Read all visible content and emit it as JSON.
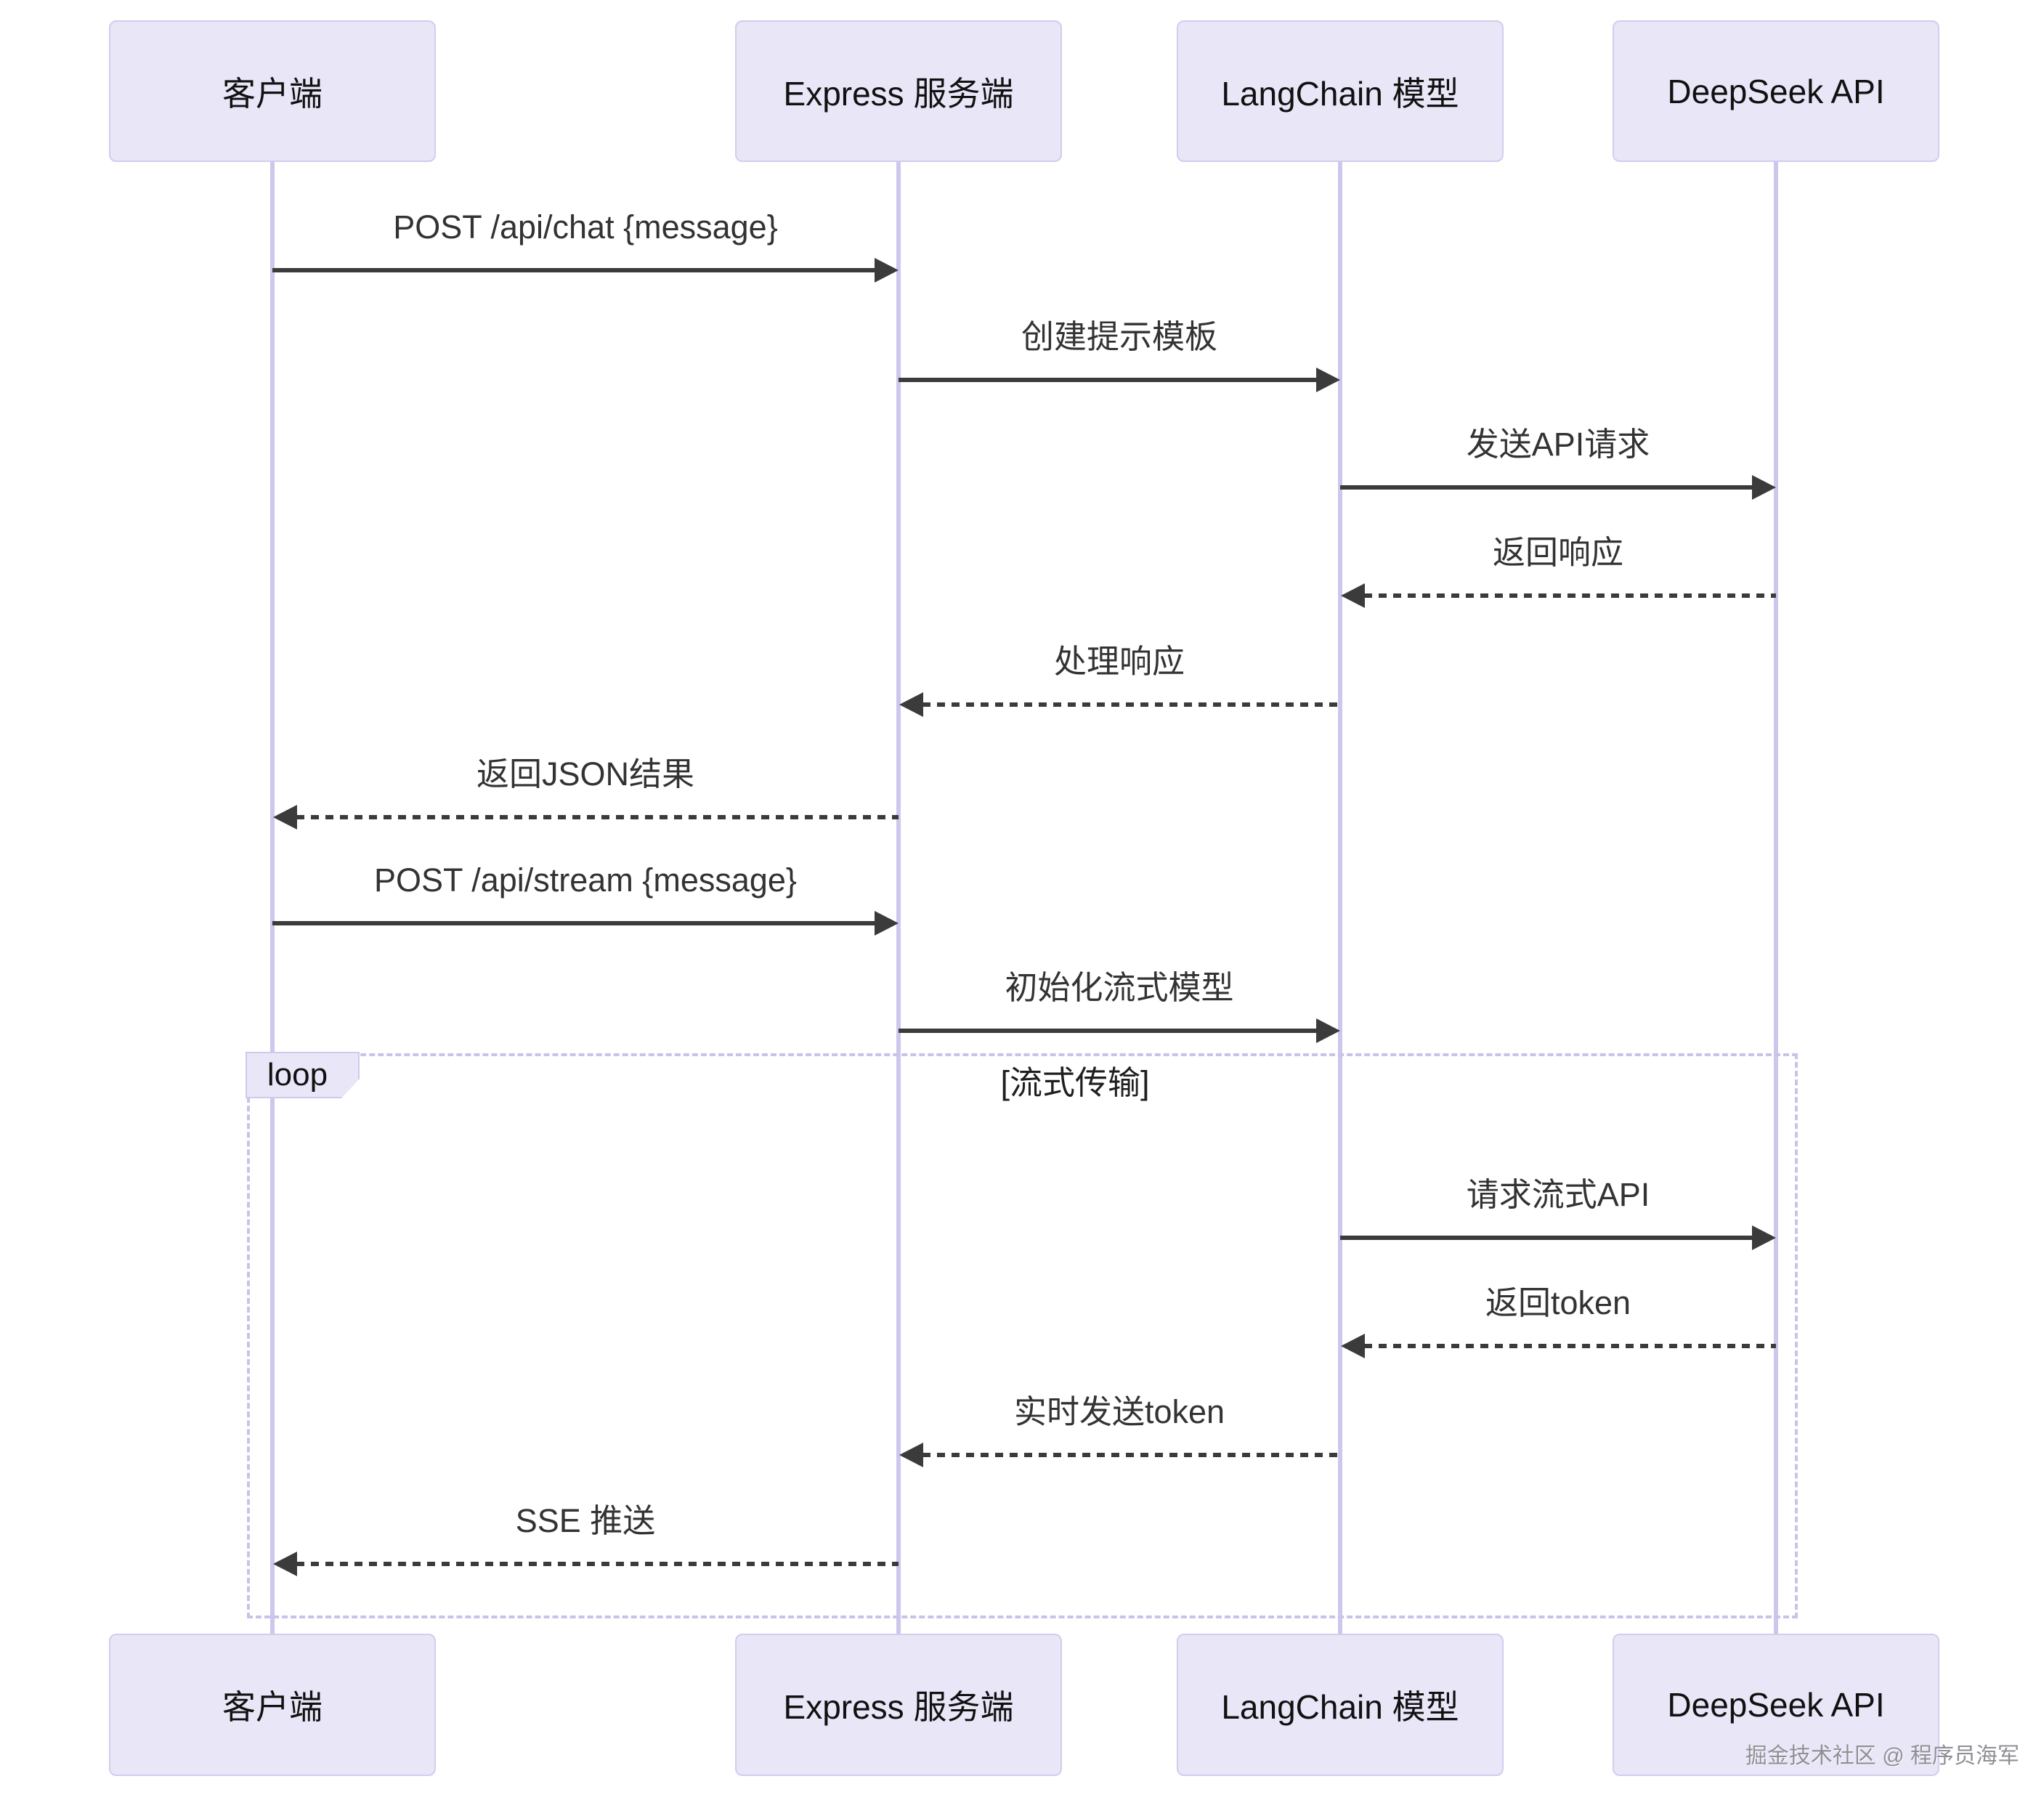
{
  "diagram": {
    "type": "sequence-diagram",
    "actors": [
      {
        "id": "client",
        "name": "客户端"
      },
      {
        "id": "express",
        "name": "Express 服务端"
      },
      {
        "id": "langchain",
        "name": "LangChain 模型"
      },
      {
        "id": "deepseek",
        "name": "DeepSeek API"
      }
    ],
    "messages": [
      {
        "text": "POST /api/chat {message}",
        "from": "客户端",
        "to": "Express 服务端",
        "line": "solid",
        "direction": "right",
        "in_loop": false
      },
      {
        "text": "创建提示模板",
        "from": "Express 服务端",
        "to": "LangChain 模型",
        "line": "solid",
        "direction": "right",
        "in_loop": false
      },
      {
        "text": "发送API请求",
        "from": "LangChain 模型",
        "to": "DeepSeek API",
        "line": "solid",
        "direction": "right",
        "in_loop": false
      },
      {
        "text": "返回响应",
        "from": "DeepSeek API",
        "to": "LangChain 模型",
        "line": "dashed",
        "direction": "left",
        "in_loop": false
      },
      {
        "text": "处理响应",
        "from": "LangChain 模型",
        "to": "Express 服务端",
        "line": "dashed",
        "direction": "left",
        "in_loop": false
      },
      {
        "text": "返回JSON结果",
        "from": "Express 服务端",
        "to": "客户端",
        "line": "dashed",
        "direction": "left",
        "in_loop": false
      },
      {
        "text": "POST /api/stream {message}",
        "from": "客户端",
        "to": "Express 服务端",
        "line": "solid",
        "direction": "right",
        "in_loop": false
      },
      {
        "text": "初始化流式模型",
        "from": "Express 服务端",
        "to": "LangChain 模型",
        "line": "solid",
        "direction": "right",
        "in_loop": false
      },
      {
        "text": "请求流式API",
        "from": "LangChain 模型",
        "to": "DeepSeek API",
        "line": "solid",
        "direction": "right",
        "in_loop": true
      },
      {
        "text": "返回token",
        "from": "DeepSeek API",
        "to": "LangChain 模型",
        "line": "dashed",
        "direction": "left",
        "in_loop": true
      },
      {
        "text": "实时发送token",
        "from": "LangChain 模型",
        "to": "Express 服务端",
        "line": "dashed",
        "direction": "left",
        "in_loop": true
      },
      {
        "text": "SSE 推送",
        "from": "Express 服务端",
        "to": "客户端",
        "line": "dashed",
        "direction": "left",
        "in_loop": true
      }
    ],
    "loop": {
      "label": "loop",
      "condition": "[流式传输]"
    }
  },
  "watermark": {
    "text": "掘金技术社区 @ 程序员海军"
  },
  "colors": {
    "background": "#ffffff",
    "actor_fill": "#e9e6f7",
    "actor_border": "#d3ccee",
    "lifeline": "#cdc7ee",
    "loop_border": "#c9c2ea",
    "message_line": "#3b3b3b",
    "message_text": "#333333",
    "actor_text": "#111111",
    "watermark_text": "#8f8f96"
  }
}
